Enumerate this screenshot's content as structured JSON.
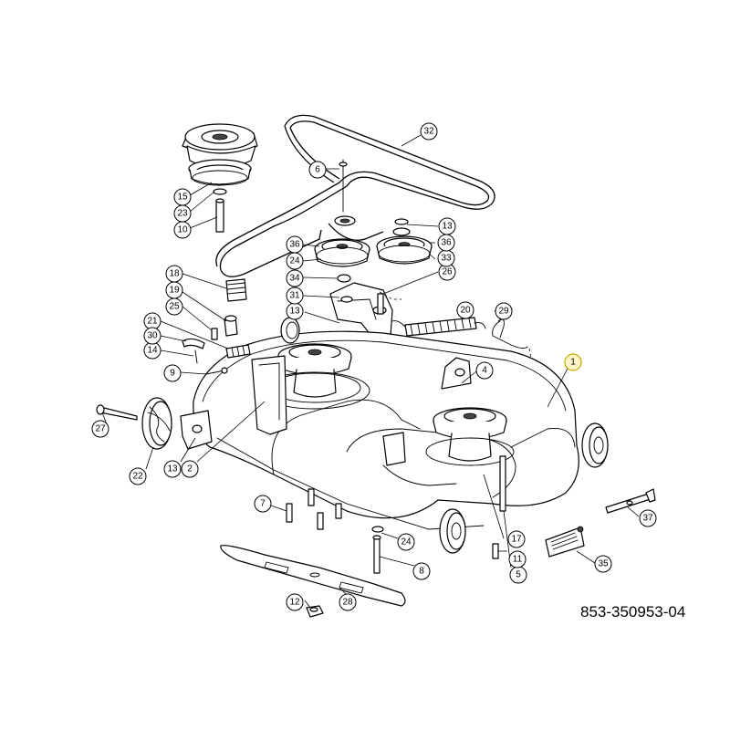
{
  "document_number": "853-350953-04",
  "highlight_color": "#fff6c8",
  "callouts": [
    {
      "id": "c1",
      "label": "1",
      "highlighted": true
    },
    {
      "id": "c2",
      "label": "2"
    },
    {
      "id": "c4",
      "label": "4"
    },
    {
      "id": "c5",
      "label": "5"
    },
    {
      "id": "c6",
      "label": "6"
    },
    {
      "id": "c7",
      "label": "7"
    },
    {
      "id": "c8",
      "label": "8"
    },
    {
      "id": "c9",
      "label": "9"
    },
    {
      "id": "c10",
      "label": "10"
    },
    {
      "id": "c11",
      "label": "11"
    },
    {
      "id": "c12",
      "label": "12"
    },
    {
      "id": "c13a",
      "label": "13"
    },
    {
      "id": "c13b",
      "label": "13"
    },
    {
      "id": "c13c",
      "label": "13"
    },
    {
      "id": "c14",
      "label": "14"
    },
    {
      "id": "c15",
      "label": "15"
    },
    {
      "id": "c17",
      "label": "17"
    },
    {
      "id": "c18",
      "label": "18"
    },
    {
      "id": "c19",
      "label": "19"
    },
    {
      "id": "c20",
      "label": "20"
    },
    {
      "id": "c21",
      "label": "21"
    },
    {
      "id": "c22",
      "label": "22"
    },
    {
      "id": "c23",
      "label": "23"
    },
    {
      "id": "c24a",
      "label": "24"
    },
    {
      "id": "c24b",
      "label": "24"
    },
    {
      "id": "c25",
      "label": "25"
    },
    {
      "id": "c26",
      "label": "26"
    },
    {
      "id": "c27",
      "label": "27"
    },
    {
      "id": "c28",
      "label": "28"
    },
    {
      "id": "c29",
      "label": "29"
    },
    {
      "id": "c30",
      "label": "30"
    },
    {
      "id": "c31",
      "label": "31"
    },
    {
      "id": "c32",
      "label": "32"
    },
    {
      "id": "c33",
      "label": "33"
    },
    {
      "id": "c34",
      "label": "34"
    },
    {
      "id": "c35",
      "label": "35"
    },
    {
      "id": "c36a",
      "label": "36"
    },
    {
      "id": "c36b",
      "label": "36"
    },
    {
      "id": "c37",
      "label": "37"
    }
  ]
}
